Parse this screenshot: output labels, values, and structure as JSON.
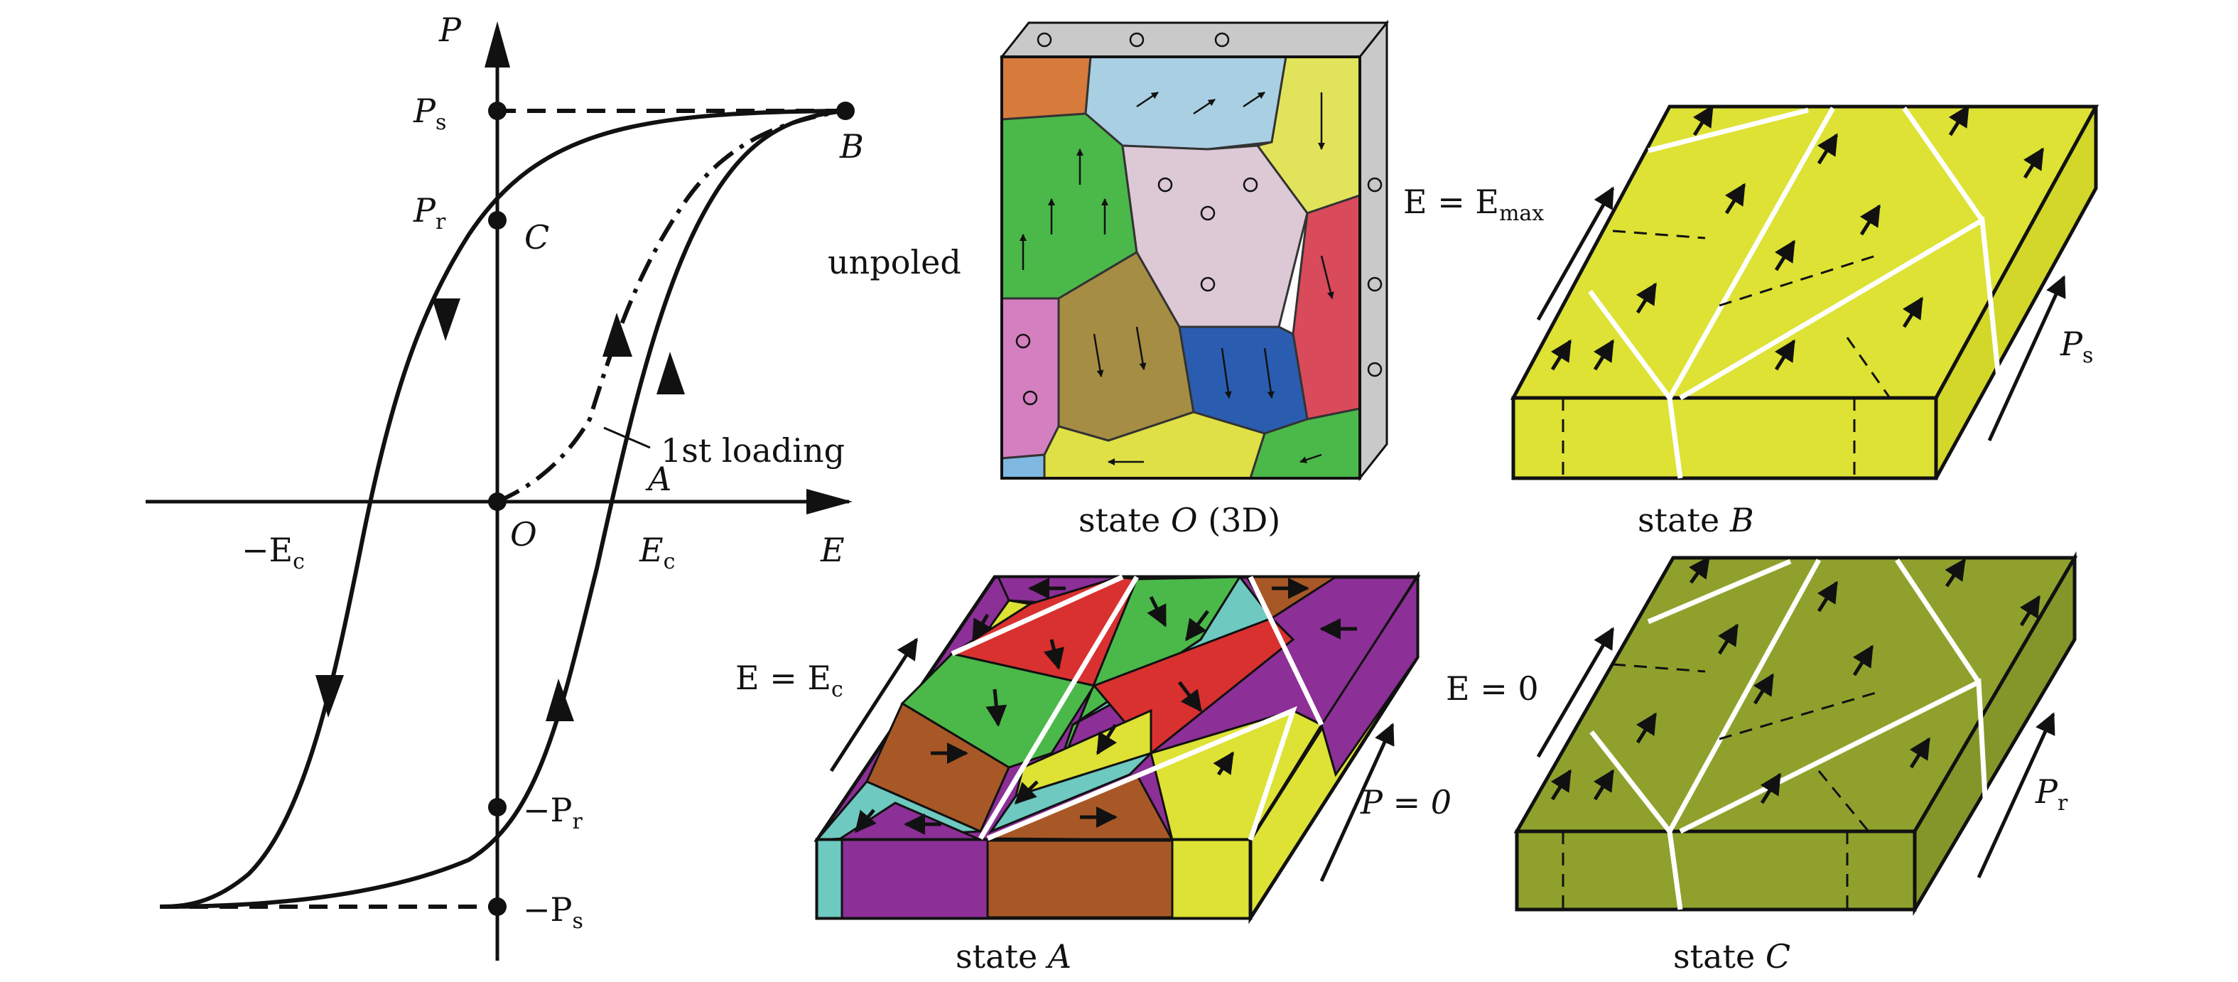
{
  "hysteresis": {
    "axis_p": "P",
    "axis_e": "E",
    "label_ps": "P",
    "label_ps_sub": "s",
    "label_pr": "P",
    "label_pr_sub": "r",
    "label_neg_pr": "−P",
    "label_neg_pr_sub": "r",
    "label_neg_ps": "−P",
    "label_neg_ps_sub": "s",
    "label_ec": "E",
    "label_ec_sub": "c",
    "label_neg_ec": "−E",
    "label_neg_ec_sub": "c",
    "point_o": "O",
    "point_a": "A",
    "point_b": "B",
    "point_c": "C",
    "first_loading": "1st loading"
  },
  "panels": {
    "state_o": {
      "label_prefix": "state ",
      "label_italic": "O",
      "label_suffix": " (3D)",
      "side": "unpoled"
    },
    "state_b": {
      "label_prefix": "state ",
      "label_italic": "B",
      "field": "E = E",
      "field_sub": "max",
      "pol": "P",
      "pol_sub": "s"
    },
    "state_a": {
      "label_prefix": "state ",
      "label_italic": "A",
      "field": "E = E",
      "field_sub": "c",
      "pol": "P = 0"
    },
    "state_c": {
      "label_prefix": "state ",
      "label_italic": "C",
      "field": "E = 0",
      "pol": "P",
      "pol_sub": "r"
    }
  },
  "colors": {
    "yellow": "#dde234",
    "olive": "#8fa12c",
    "purple": "#8c2f97",
    "brown": "#a85826",
    "red": "#d9312f",
    "green": "#4bb84a",
    "cyan": "#6ec9c0",
    "blue": "#2a5db0",
    "pink": "#d47fbf",
    "lightblue": "#a9cfe3",
    "lilac": "#ddc8d5",
    "khaki": "#a58d44",
    "orange": "#d67b3c"
  }
}
